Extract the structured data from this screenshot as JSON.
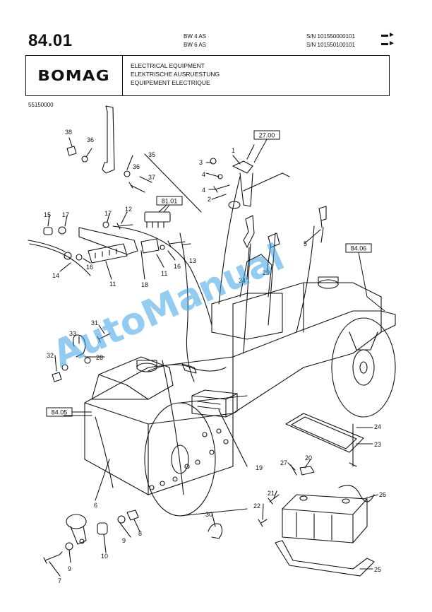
{
  "header": {
    "page_number": "84.01",
    "models": [
      "BW 4 AS",
      "BW 6 AS"
    ],
    "serials": [
      "S/N 101550000101",
      "S/N 101550100101"
    ],
    "brand": "BOMAG",
    "titles": [
      "ELECTRICAL EQUIPMENT",
      "ELEKTRISCHE AUSRUESTUNG",
      "EQUIPEMENT ELECTRIQUE"
    ],
    "doc_number": "55150000"
  },
  "references": {
    "ref_27": "27.00",
    "ref_81": "81.01",
    "ref_84_06": "84.06",
    "ref_84_05": "84.05"
  },
  "callouts": [
    "1",
    "2",
    "3",
    "4",
    "4",
    "5",
    "6",
    "7",
    "8",
    "9",
    "9",
    "10",
    "11",
    "11",
    "12",
    "13",
    "14",
    "15",
    "16",
    "16",
    "17",
    "17",
    "18",
    "19",
    "20",
    "21",
    "22",
    "23",
    "24",
    "25",
    "26",
    "27",
    "28",
    "29",
    "30",
    "31",
    "32",
    "33",
    "34",
    "35",
    "36",
    "36",
    "37",
    "38"
  ],
  "watermark": "AutoManual",
  "icons": {
    "serial_arrow": "arrow-right-icon"
  }
}
